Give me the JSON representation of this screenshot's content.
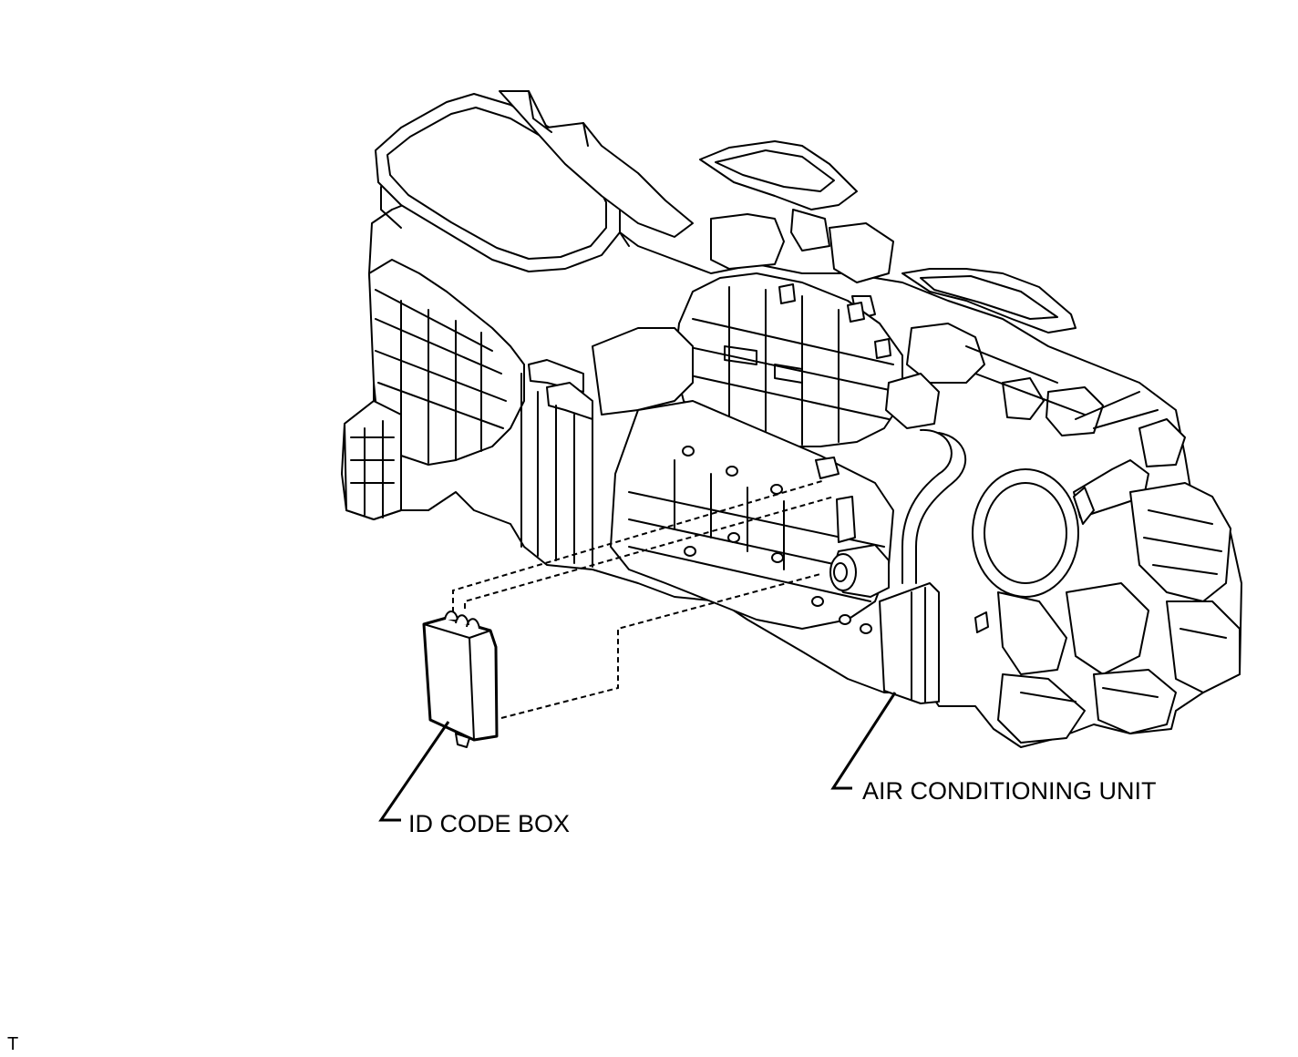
{
  "labels": {
    "id_code_box": "ID CODE BOX",
    "air_conditioning_unit": "AIR CONDITIONING UNIT"
  },
  "corner_mark": "T",
  "colors": {
    "ink": "#000000",
    "paper": "#ffffff"
  }
}
